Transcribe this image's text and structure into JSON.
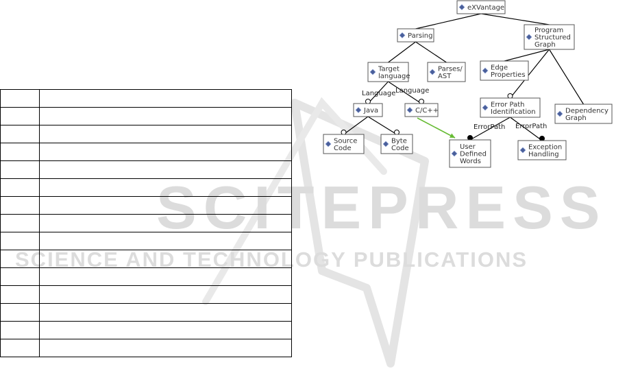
{
  "watermark": {
    "brand": "SCITEPRESS",
    "tagline": "SCIENCE AND TECHNOLOGY PUBLICATIONS"
  },
  "table": {
    "rows": 15
  },
  "diagram": {
    "nodes": {
      "exvantage": [
        "eXVantage"
      ],
      "parsing": [
        "Parsing"
      ],
      "program_structured_graph": [
        "Program",
        "Structured",
        "Graph"
      ],
      "target_language": [
        "Target",
        "language"
      ],
      "parses_ast": [
        "Parses/",
        "AST"
      ],
      "edge_properties": [
        "Edge",
        "Properties"
      ],
      "java": [
        "Java"
      ],
      "c_cpp": [
        "C/C++"
      ],
      "error_path_identification": [
        "Error Path",
        "Identification"
      ],
      "dependency_graph": [
        "Dependency",
        "Graph"
      ],
      "source_code": [
        "Source",
        "Code"
      ],
      "byte_code": [
        "Byte",
        "Code"
      ],
      "user_defined_words": [
        "User",
        "Defined",
        "Words"
      ],
      "exception_handling": [
        "Exception",
        "Handling"
      ]
    },
    "edge_labels": {
      "language_left": "Language",
      "language_right": "Language",
      "errorpath_left": "ErrorPath",
      "errorpath_right": "ErrorPath"
    },
    "colors": {
      "node_border": "#555555",
      "node_icon": "#4a5f9a",
      "edge": "#000000",
      "requires_edge": "#66bb33"
    }
  }
}
